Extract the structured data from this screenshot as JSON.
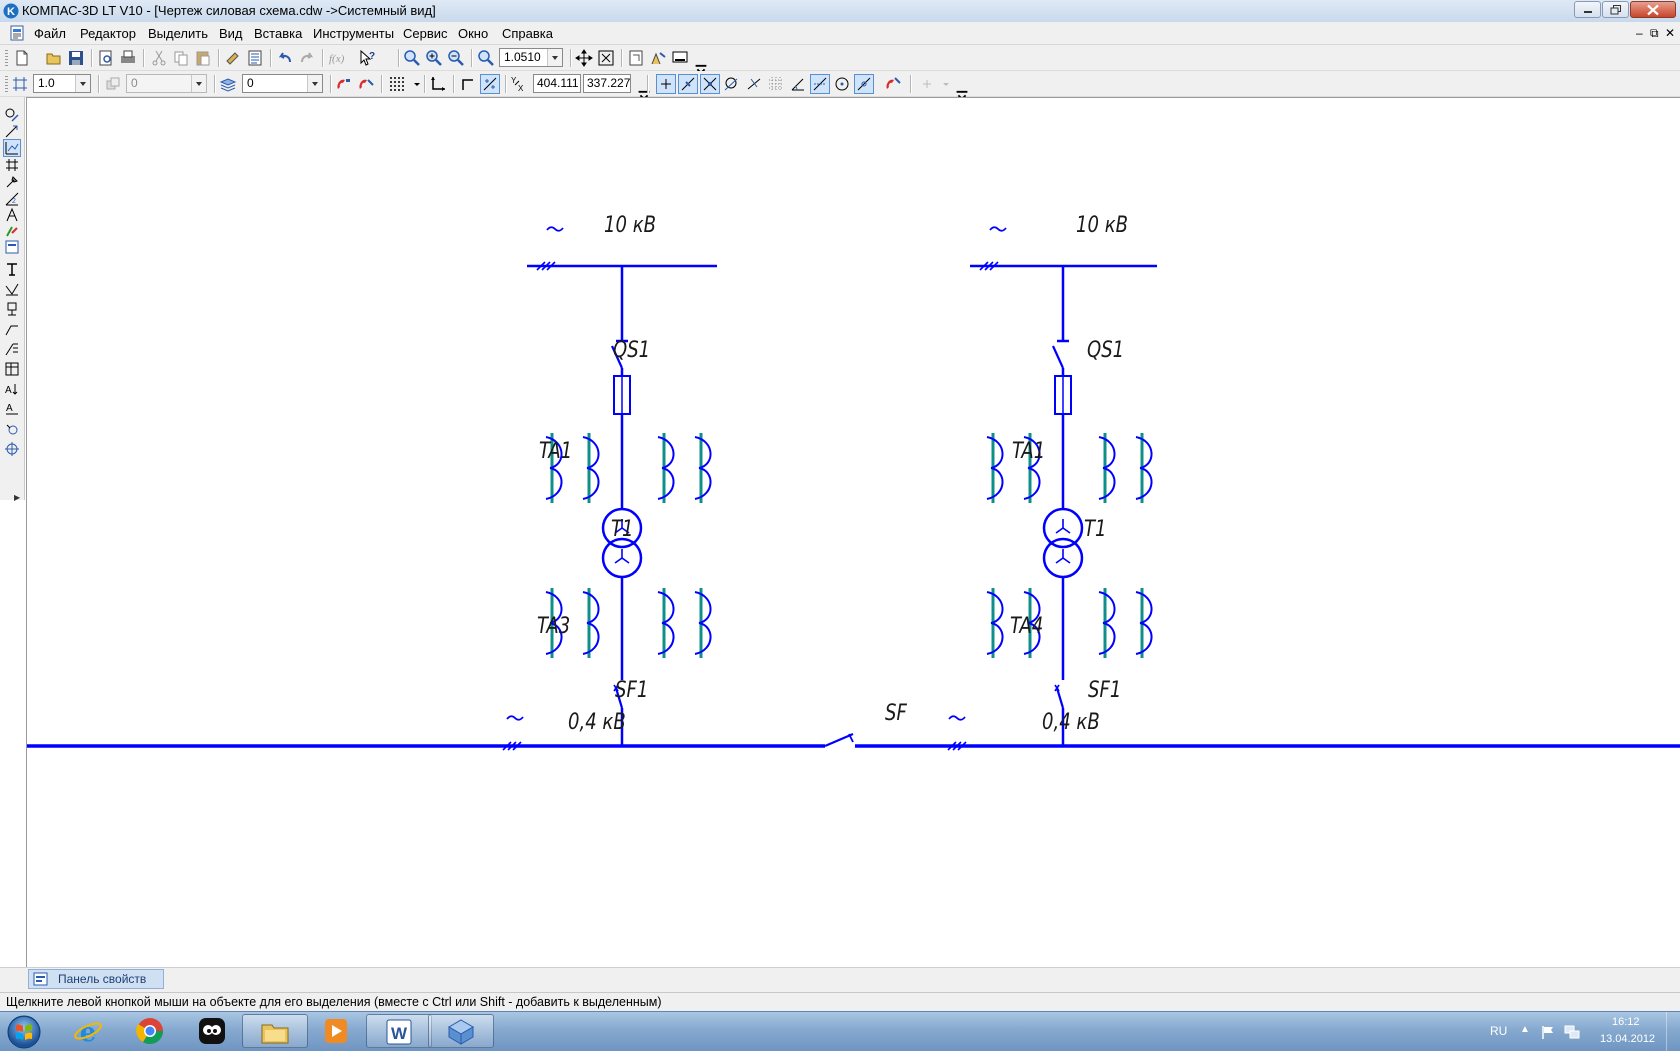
{
  "window": {
    "title": "КОМПАС-3D LT V10 - [Чертеж силовая схема.cdw ->Системный вид]"
  },
  "menu": {
    "items": [
      "Файл",
      "Редактор",
      "Выделить",
      "Вид",
      "Вставка",
      "Инструменты",
      "Сервис",
      "Окно",
      "Справка"
    ]
  },
  "toolbar": {
    "zoom_value": "1.0510",
    "step_value": "1.0",
    "style_value": "0",
    "layer_value": "0",
    "coord_x": "404.111",
    "coord_y": "337.227"
  },
  "drawing": {
    "labels": {
      "left_hv": "10 кВ",
      "right_hv": "10 кВ",
      "left_qs": "QS1",
      "right_qs": "QS1",
      "left_ta_top": "TA1",
      "right_ta_top": "TA1",
      "left_t": "T1",
      "right_t": "T1",
      "left_ta_bottom": "TA3",
      "right_ta_bottom": "TA4",
      "left_sf": "SF1",
      "right_sf": "SF1",
      "tie_sf": "SF",
      "left_lv": "0,4 кВ",
      "right_lv": "0,4 кВ"
    },
    "colors": {
      "line": "#0000ff",
      "ct_bar": "#0f8f8a"
    }
  },
  "property_panel": {
    "tab_label": "Панель свойств"
  },
  "status": {
    "hint": "Щелкните левой кнопкой мыши на объекте для его выделения (вместе с Ctrl или Shift - добавить к выделенным)"
  },
  "taskbar": {
    "language": "RU",
    "time": "16:12",
    "date": "13.04.2012",
    "apps": [
      "internet-explorer-icon",
      "chrome-icon",
      "messenger-icon",
      "file-explorer-icon",
      "media-player-icon",
      "word-icon",
      "kompas-icon"
    ]
  }
}
